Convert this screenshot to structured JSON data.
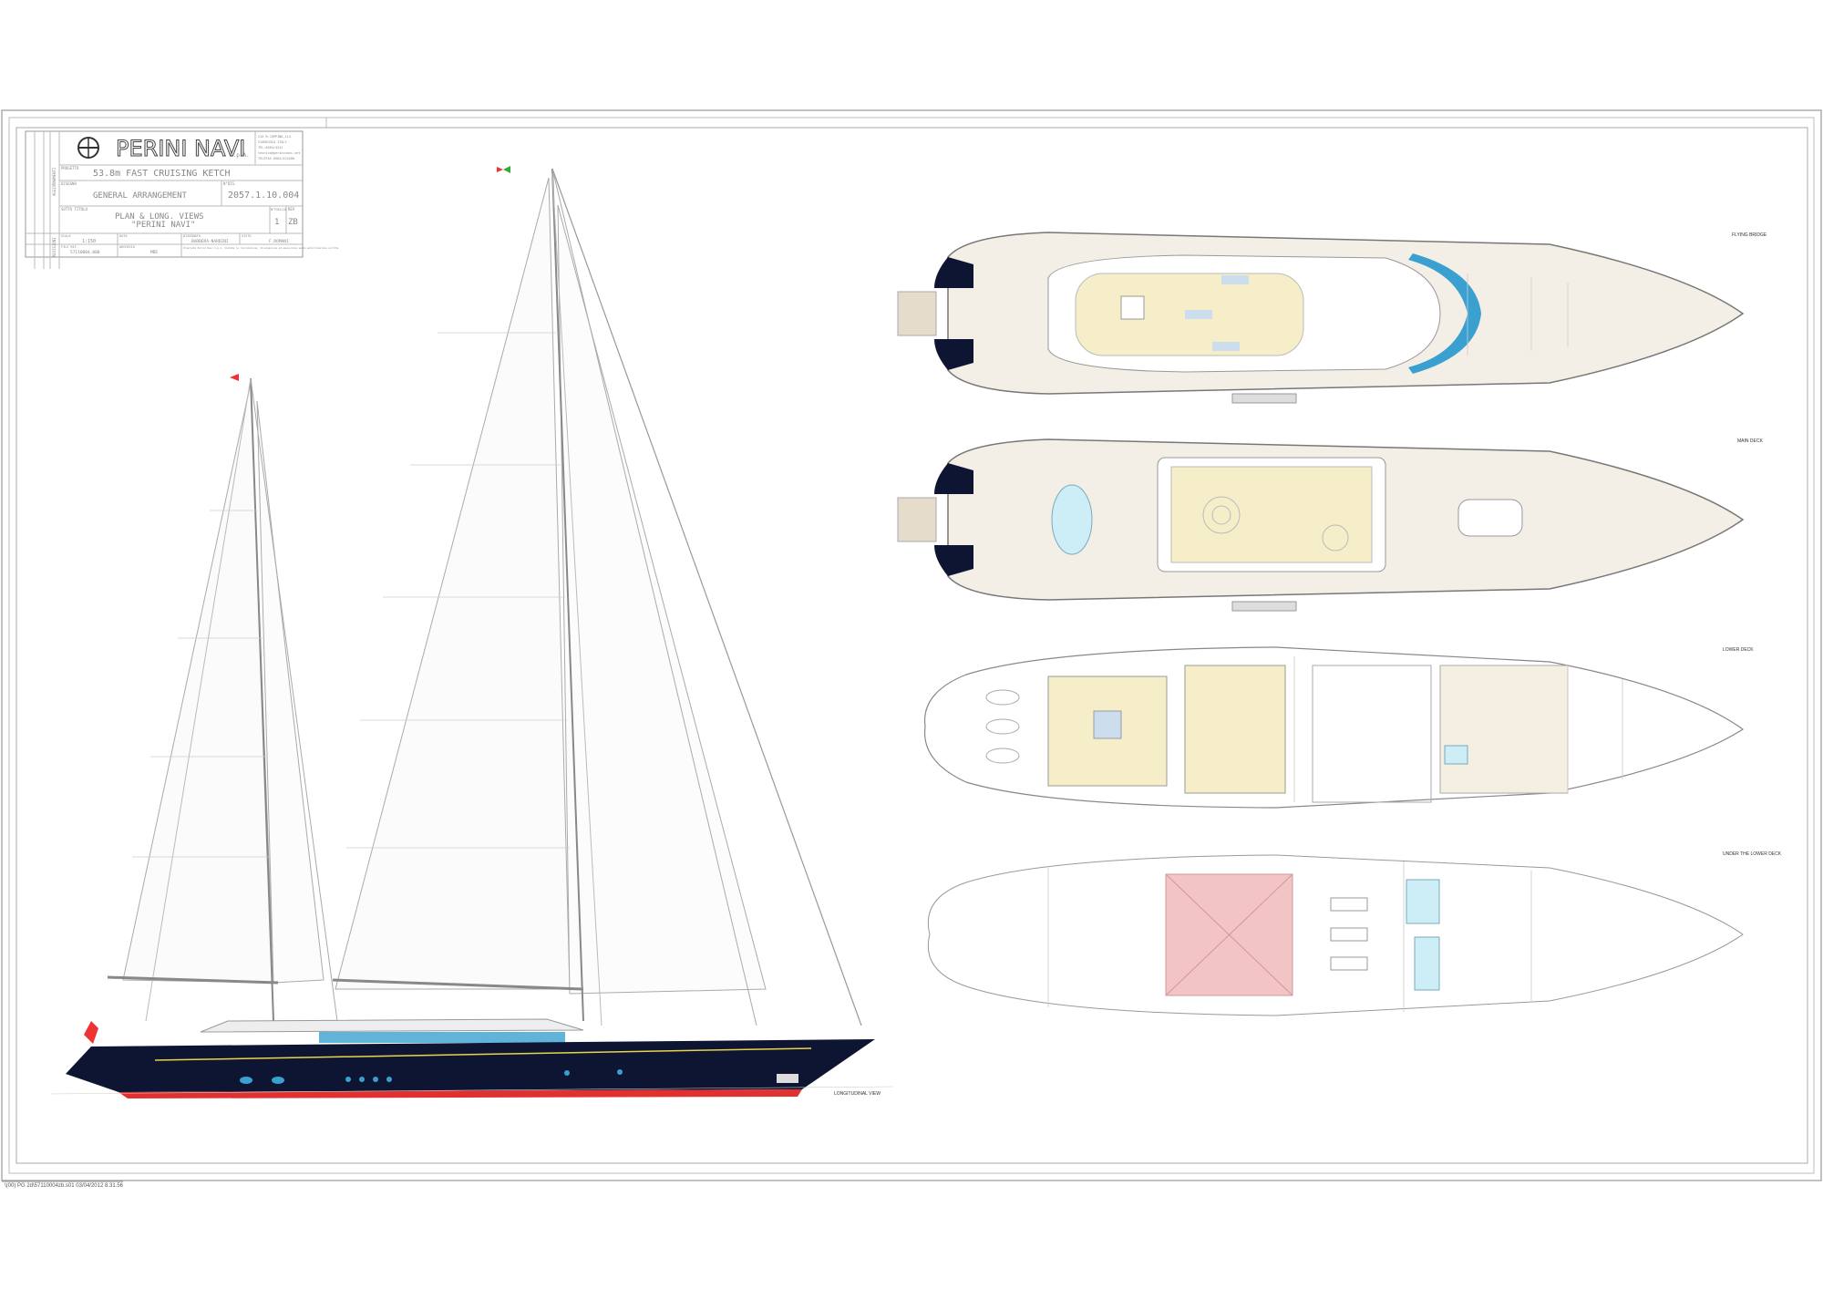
{
  "title_block": {
    "company": "PERINI NAVI",
    "company_suffix": "S.p.A.",
    "address_lines": [
      "VIA M.COPPINO,114",
      "VIAREGGIO ITALY",
      "TEL.0584/4241",
      "tecnico@perininavi.net",
      "TELEFAX 0584/424200"
    ],
    "side_labels": [
      "AGGIORNAMENTI",
      "REVISIONI"
    ],
    "progetto_label": "PROGETTO",
    "progetto": "53.8m FAST CRUISING KETCH",
    "disegno_label": "DISEGNO",
    "disegno": "GENERAL ARRANGEMENT",
    "ndis_label": "N°DIS.",
    "ndis": "2057.1.10.004",
    "sottotitolo_label": "SOTTO TITOLO",
    "sottotitolo_1": "PLAN & LONG. VIEWS",
    "sottotitolo_2": "\"PERINI NAVI\"",
    "foglio_label": "N°FOGLIO",
    "foglio": "1",
    "rev_label": "REV",
    "rev": "ZB",
    "scala_label": "SCALA",
    "scala": "1:150",
    "data_label": "DATA",
    "data": "",
    "disegnato_label": "DISEGNATO",
    "disegnato": "BARBERA-NARDINI",
    "visto_label": "VISTO",
    "visto": "F.ROMANI",
    "file_label": "FILE RIF.",
    "file": "57110004.000",
    "archivio_label": "ARCHIVIO",
    "archivio": "MDE",
    "note": "Proprietà Perini Navi S.p.A. Vietata la riproduzione, divulgazione ed esecuzione senza autorizzazione scritta"
  },
  "views": {
    "flying_bridge": "FLYING BRIDGE",
    "main_deck": "MAIN DECK",
    "lower_deck": "LOWER DECK",
    "under_lower_deck": "UNDER THE LOWER DECK",
    "longitudinal": "LONGITUDINAL VIEW"
  },
  "footer": "\\(00) PG 2d\\57110004zb.s01  03/04/2012 8.31.56",
  "colors": {
    "hull": "#0d1533",
    "boot_stripe": "#e03030",
    "pool": "#3aa0d0",
    "interior": "#f5eec8",
    "tank": "#f3c4c4",
    "tank_cyan": "#cdeef7"
  }
}
